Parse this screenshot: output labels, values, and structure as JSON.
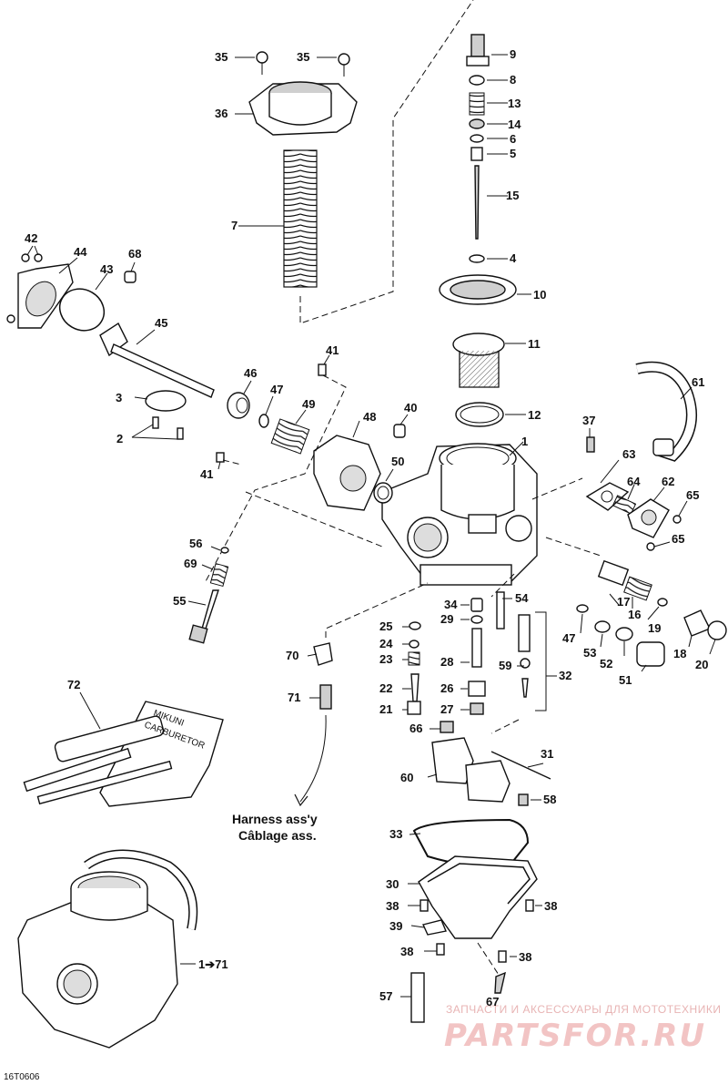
{
  "figure_code": "16T0606",
  "harness_label": [
    "Harness ass'y",
    "Câblage ass."
  ],
  "complete_carb_label": "1➔71",
  "tool_kit_text": [
    "MIKUNI",
    "CARBURETOR"
  ],
  "watermark": {
    "top": "ЗАПЧАСТИ И АКСЕССУАРЫ ДЛЯ МОТОТЕХНИКИ",
    "brand": "PARTSFOR.RU",
    "color": "#e8a8a8"
  },
  "callouts": [
    {
      "id": "c9",
      "label": "9"
    },
    {
      "id": "c8",
      "label": "8"
    },
    {
      "id": "c13",
      "label": "13"
    },
    {
      "id": "c14",
      "label": "14"
    },
    {
      "id": "c6",
      "label": "6"
    },
    {
      "id": "c5",
      "label": "5"
    },
    {
      "id": "c15",
      "label": "15"
    },
    {
      "id": "c4",
      "label": "4"
    },
    {
      "id": "c10",
      "label": "10"
    },
    {
      "id": "c11",
      "label": "11"
    },
    {
      "id": "c12",
      "label": "12"
    },
    {
      "id": "c1",
      "label": "1"
    },
    {
      "id": "c37",
      "label": "37"
    },
    {
      "id": "c40",
      "label": "40"
    },
    {
      "id": "c61",
      "label": "61"
    },
    {
      "id": "c63",
      "label": "63"
    },
    {
      "id": "c64",
      "label": "64"
    },
    {
      "id": "c62",
      "label": "62"
    },
    {
      "id": "c65a",
      "label": "65"
    },
    {
      "id": "c65b",
      "label": "65"
    },
    {
      "id": "c35a",
      "label": "35"
    },
    {
      "id": "c35b",
      "label": "35"
    },
    {
      "id": "c36",
      "label": "36"
    },
    {
      "id": "c7",
      "label": "7"
    },
    {
      "id": "c42",
      "label": "42"
    },
    {
      "id": "c44",
      "label": "44"
    },
    {
      "id": "c68",
      "label": "68"
    },
    {
      "id": "c43",
      "label": "43"
    },
    {
      "id": "c45",
      "label": "45"
    },
    {
      "id": "c41a",
      "label": "41"
    },
    {
      "id": "c46",
      "label": "46"
    },
    {
      "id": "c47a",
      "label": "47"
    },
    {
      "id": "c49",
      "label": "49"
    },
    {
      "id": "c48",
      "label": "48"
    },
    {
      "id": "c3",
      "label": "3"
    },
    {
      "id": "c2",
      "label": "2"
    },
    {
      "id": "c41b",
      "label": "41"
    },
    {
      "id": "c50",
      "label": "50"
    },
    {
      "id": "c56",
      "label": "56"
    },
    {
      "id": "c69",
      "label": "69"
    },
    {
      "id": "c55",
      "label": "55"
    },
    {
      "id": "c34",
      "label": "34"
    },
    {
      "id": "c29",
      "label": "29"
    },
    {
      "id": "c54",
      "label": "54"
    },
    {
      "id": "c25",
      "label": "25"
    },
    {
      "id": "c24",
      "label": "24"
    },
    {
      "id": "c23",
      "label": "23"
    },
    {
      "id": "c28",
      "label": "28"
    },
    {
      "id": "c59",
      "label": "59"
    },
    {
      "id": "c32",
      "label": "32"
    },
    {
      "id": "c22",
      "label": "22"
    },
    {
      "id": "c26",
      "label": "26"
    },
    {
      "id": "c21",
      "label": "21"
    },
    {
      "id": "c27",
      "label": "27"
    },
    {
      "id": "c66",
      "label": "66"
    },
    {
      "id": "c17",
      "label": "17"
    },
    {
      "id": "c16",
      "label": "16"
    },
    {
      "id": "c19",
      "label": "19"
    },
    {
      "id": "c47b",
      "label": "47"
    },
    {
      "id": "c53",
      "label": "53"
    },
    {
      "id": "c52",
      "label": "52"
    },
    {
      "id": "c51",
      "label": "51"
    },
    {
      "id": "c18",
      "label": "18"
    },
    {
      "id": "c20",
      "label": "20"
    },
    {
      "id": "c70",
      "label": "70"
    },
    {
      "id": "c71",
      "label": "71"
    },
    {
      "id": "c72",
      "label": "72"
    },
    {
      "id": "c31",
      "label": "31"
    },
    {
      "id": "c60",
      "label": "60"
    },
    {
      "id": "c58",
      "label": "58"
    },
    {
      "id": "c33",
      "label": "33"
    },
    {
      "id": "c30",
      "label": "30"
    },
    {
      "id": "c38a",
      "label": "38"
    },
    {
      "id": "c38b",
      "label": "38"
    },
    {
      "id": "c39",
      "label": "39"
    },
    {
      "id": "c38c",
      "label": "38"
    },
    {
      "id": "c38d",
      "label": "38"
    },
    {
      "id": "c57",
      "label": "57"
    },
    {
      "id": "c67",
      "label": "67"
    }
  ]
}
